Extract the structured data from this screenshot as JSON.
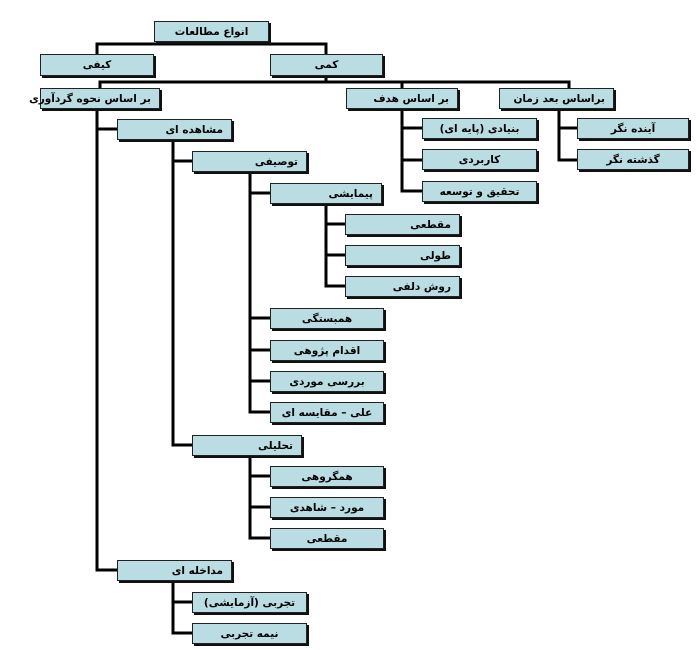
{
  "nodes": {
    "root": "انواع مطالعات",
    "qualitative": "کیفی",
    "quantitative": "کمی",
    "by_collection": "بر اساس نحوه گردآوری",
    "by_goal": "بر اساس هدف",
    "by_time": "براساس بعد زمان",
    "fundamental": "بنیادی (پایه ای)",
    "applied": "کاربردی",
    "rnd": "تحقیق و توسعه",
    "prospective": "آینده نگر",
    "retrospective": "گذشته نگر",
    "observational": "مشاهده ای",
    "descriptive": "توصیفی",
    "survey": "پیمایشی",
    "cross_sectional_1": "مقطعی",
    "longitudinal": "طولی",
    "delphi": "روش دلفی",
    "correlational": "همبستگی",
    "action_research": "اقدام پژوهی",
    "case_study": "بررسی موردی",
    "causal_comparative": "علی – مقایسه ای",
    "analytical": "تحلیلی",
    "cohort": "همگروهی",
    "case_control": "مورد – شاهدی",
    "cross_sectional_2": "مقطعی",
    "interventional": "مداخله ای",
    "experimental": "تجربی (آزمایشی)",
    "quasi_experimental": "نیمه تجربی"
  }
}
